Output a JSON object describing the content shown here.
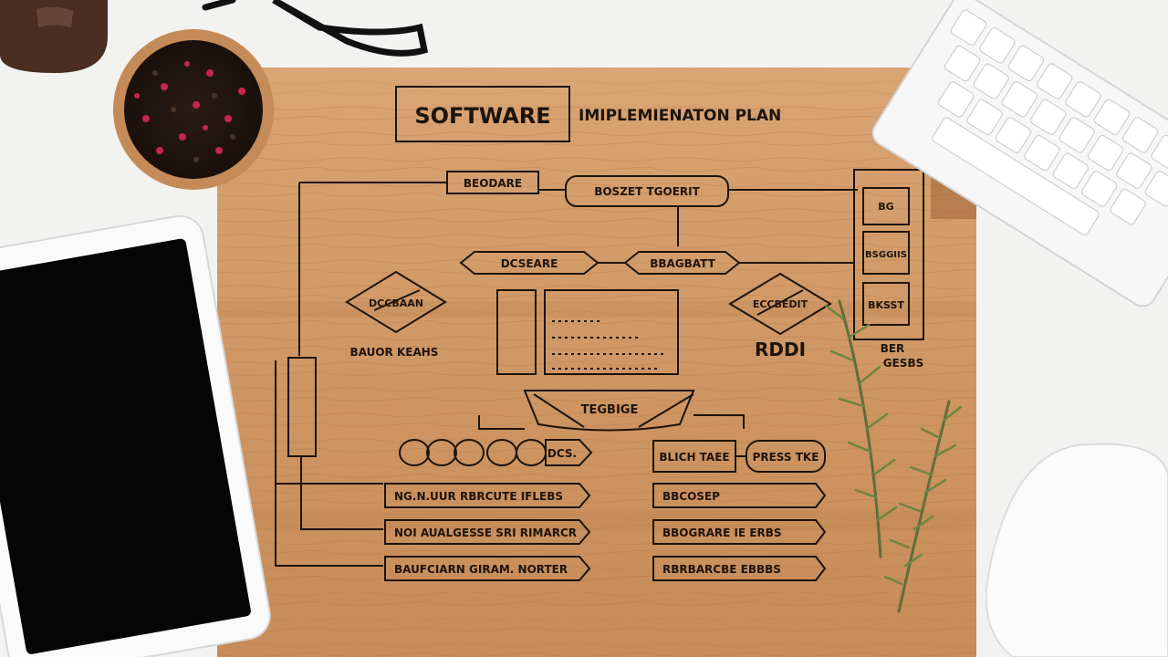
{
  "board": {
    "title_boxed": "SOFTWARE",
    "title_rest": "IMIPLEMIENATON PLAN",
    "boxes": {
      "b1": "BEODARE",
      "b2": "BOSZET TGOERIT",
      "b3": "DCSEARE",
      "b4": "BBAGBATT",
      "d1": "DCCBAAN",
      "d2": "BAUOR KEAHS",
      "d3": "ECCBEDIT",
      "d4": "RDDI",
      "center": "TEGBIGE",
      "r1": "BG",
      "r2": "BSGGIIS",
      "r3": "BKSST",
      "r4": "BER",
      "r5": "GESBS",
      "mid_right1": "BLICH TAEE",
      "mid_right2": "PRESS TKE",
      "circles_end": "DCS.",
      "row_left_1": "NG.N.UUR RBRCUTE IFLEBS",
      "row_left_2": "NOI AUALGESSE SRI RIMARCR",
      "row_left_3": "BAUFCIARN GIRAM. NORTER",
      "row_right_1": "BBCOSEP",
      "row_right_2": "BBOGRARE IE ERBS",
      "row_right_3": "RBRBARCBE EBBBS"
    }
  }
}
